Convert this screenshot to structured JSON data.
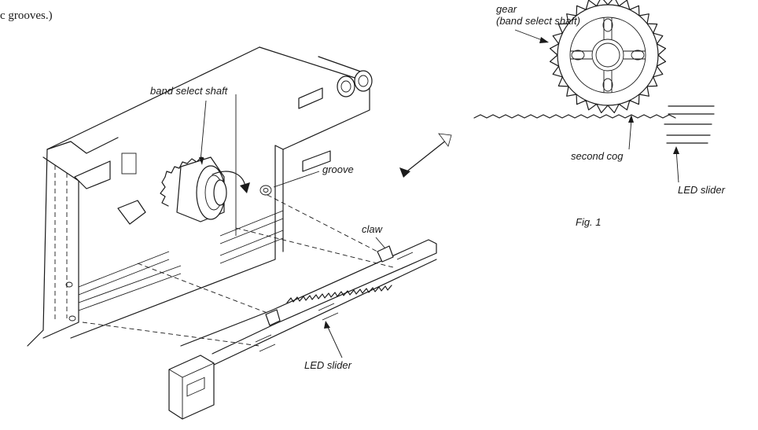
{
  "header_fragment": "c grooves.)",
  "labels": {
    "band_select_shaft": "band select shaft",
    "groove": "groove",
    "claw": "claw",
    "led_slider_main": "LED slider",
    "gear_line1": "gear",
    "gear_line2": "(band select shaft)",
    "second_cog": "second cog",
    "led_slider_fig": "LED slider",
    "fig_caption": "Fig. 1"
  }
}
